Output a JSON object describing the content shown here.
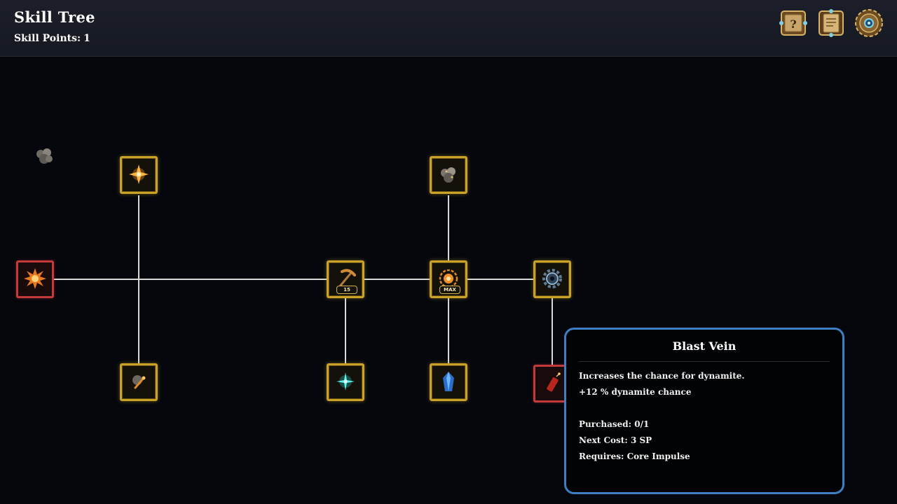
{
  "header": {
    "title": "Skill Tree",
    "skill_points_label": "Skill Points:",
    "skill_points_value": "1"
  },
  "hud_buttons": [
    {
      "name": "help-book",
      "icon": "question-book-icon"
    },
    {
      "name": "journal",
      "icon": "scroll-book-icon"
    },
    {
      "name": "settings",
      "icon": "gear-icon"
    }
  ],
  "nodes": [
    {
      "id": "spark",
      "icon": "spark-icon",
      "state": "unlocked"
    },
    {
      "id": "blast-origin",
      "icon": "explosion-icon",
      "state": "locked"
    },
    {
      "id": "ore-chunk",
      "icon": "ore-rocks-icon",
      "state": "unlocked"
    },
    {
      "id": "pickaxe",
      "icon": "pickaxe-icon",
      "state": "unlocked",
      "level": "15"
    },
    {
      "id": "core-impulse",
      "icon": "core-orb-icon",
      "state": "unlocked",
      "level": "MAX"
    },
    {
      "id": "cog",
      "icon": "cog-icon",
      "state": "unlocked"
    },
    {
      "id": "drill",
      "icon": "drill-icon",
      "state": "unlocked"
    },
    {
      "id": "cyan-spark",
      "icon": "cyan-spark-icon",
      "state": "unlocked"
    },
    {
      "id": "crystal",
      "icon": "blue-crystal-icon",
      "state": "unlocked"
    },
    {
      "id": "blast-vein",
      "icon": "dynamite-icon",
      "state": "locked"
    }
  ],
  "tooltip": {
    "title": "Blast Vein",
    "description": "Increases the chance for dynamite.",
    "effect": "+12 % dynamite chance",
    "purchased": "Purchased: 0/1",
    "next_cost": "Next Cost: 3 SP",
    "requires": "Requires: Core Impulse"
  },
  "colors": {
    "node_border_unlocked": "#c9a227",
    "node_border_locked": "#c43a3a",
    "tooltip_border": "#3c7fc4",
    "background": "#05070d"
  }
}
